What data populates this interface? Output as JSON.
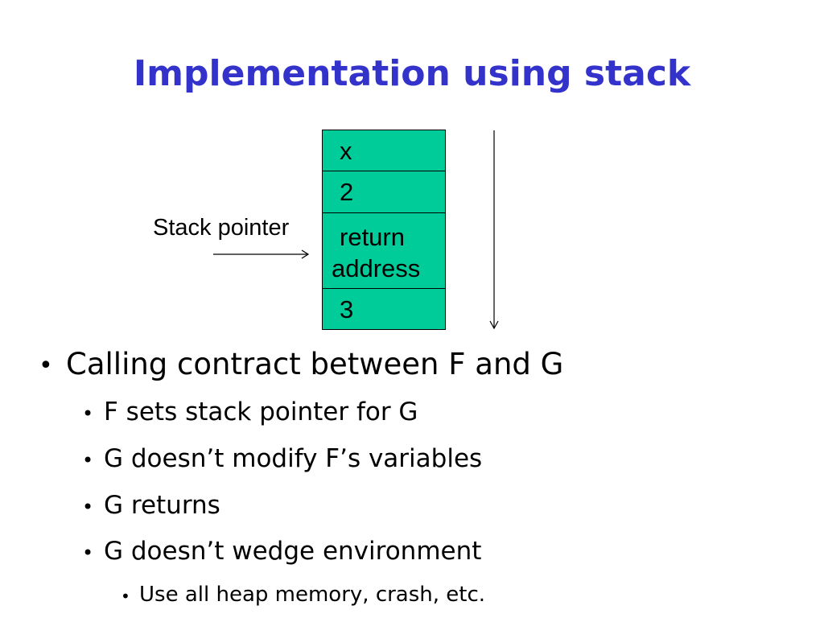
{
  "title": "Implementation using stack",
  "diagram": {
    "stack_cells": [
      {
        "text": "x"
      },
      {
        "text": "2"
      },
      {
        "line1": "return",
        "line2": "address"
      },
      {
        "text": "3"
      }
    ],
    "stack_pointer_label": "Stack pointer",
    "colors": {
      "cell_fill": "#00cc99",
      "title": "#3333cc"
    }
  },
  "bullets": {
    "main": "Calling contract between F and G",
    "sub": [
      "F sets stack pointer for G",
      "G doesn’t modify F’s variables",
      "G returns",
      "G doesn’t wedge environment"
    ],
    "subsub": [
      "Use all heap memory, crash, etc."
    ]
  }
}
